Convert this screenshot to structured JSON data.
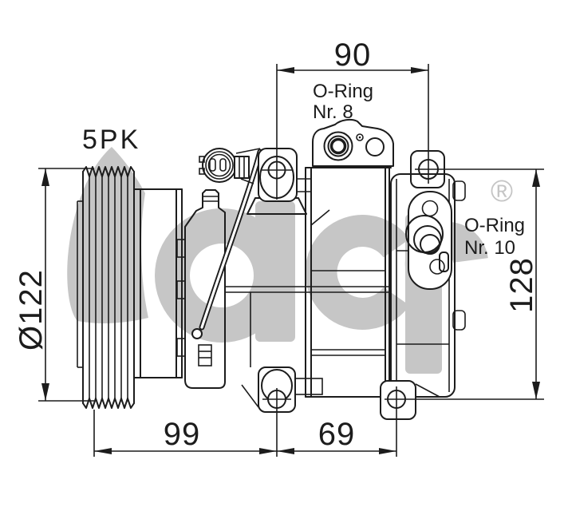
{
  "labels": {
    "belt_code": "5PK",
    "o_ring_top": {
      "line1": "O-Ring",
      "line2": "Nr. 8"
    },
    "o_ring_side": {
      "line1": "O-Ring",
      "line2": "Nr. 10"
    },
    "registered_symbol": "®",
    "watermark_text": "acr"
  },
  "dimensions": {
    "top_mount_spacing": "90",
    "side_mount_height": "128",
    "pulley_to_bottom_mount": "99",
    "bottom_mount_spacing": "69",
    "pulley_diameter": "Ø122"
  },
  "colors": {
    "line": "#1c1c1c",
    "watermark": "#c6c6c6",
    "background": "#ffffff"
  }
}
